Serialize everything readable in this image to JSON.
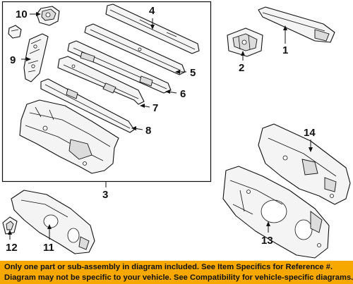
{
  "callouts": {
    "c1": "1",
    "c2": "2",
    "c3": "3",
    "c4": "4",
    "c5": "5",
    "c6": "6",
    "c7": "7",
    "c8": "8",
    "c9": "9",
    "c10": "10",
    "c11": "11",
    "c12": "12",
    "c13": "13",
    "c14": "14"
  },
  "footer": {
    "line1": "Only one part or sub-assembly in diagram included. See Item Specifics for Reference #.",
    "line2": "Diagram may not be specific to your vehicle. See Compatibility for vehicle-specific diagrams."
  },
  "colors": {
    "footer_background": "#f7a800",
    "line_art": "#111111"
  }
}
